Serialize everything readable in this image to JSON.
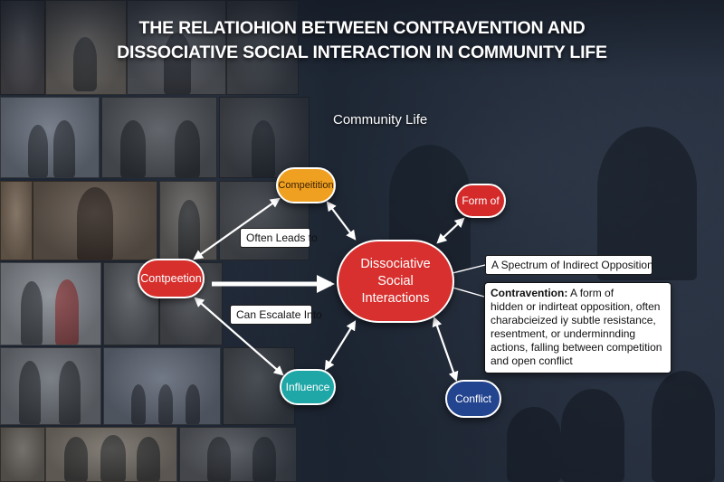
{
  "title": {
    "line1": "THE RELATIOHION BETWEEN CONTRAVENTION AND",
    "line2": "DISSOCIATIVE SOCIAL INTERACTION IN COMMUNITY LIFE"
  },
  "subtitle": "Community Life",
  "nodes": {
    "competition": "Compeitition",
    "contpeetion": "Contpeetion",
    "dissociative_line1": "Dissociative",
    "dissociative_line2": "Social Interactions",
    "form_of": "Form of",
    "influence": "Influence",
    "conflict": "Conflict"
  },
  "labels": {
    "often_leads": "Often Leads to",
    "can_escalate": "Can Escalate Into",
    "spectrum": "A Spectrum of Indirect Opposition"
  },
  "definition": {
    "term": "Contravention:",
    "line1_rest": " A form of",
    "line2": "hidden or indirteat opposition, often",
    "line3": "charabcieized iy subtle resistance,",
    "line4": "resentment, or underminnding",
    "line5": "actions, falling between competition",
    "line6": "and open conflict"
  },
  "colors": {
    "red": "#d7302e",
    "orange": "#f0a020",
    "teal": "#1fa6a6",
    "blue": "#23448f"
  }
}
